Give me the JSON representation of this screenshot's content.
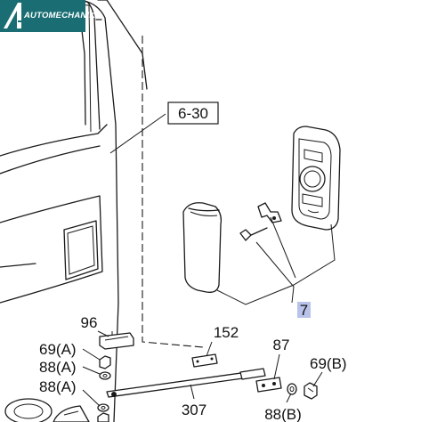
{
  "brand": {
    "name": "AUTOMECHANIKA"
  },
  "callouts": {
    "ref_box": "6-30",
    "highlight": "7",
    "p96": "96",
    "p69a": "69(A)",
    "p88a_1": "88(A)",
    "p88a_2": "88(A)",
    "p152": "152",
    "p87": "87",
    "p69b": "69(B)",
    "p88b": "88(B)",
    "p307": "307"
  },
  "colors": {
    "logo_bg": "#1a6e73",
    "highlight_bg": "#b9c3ea"
  }
}
